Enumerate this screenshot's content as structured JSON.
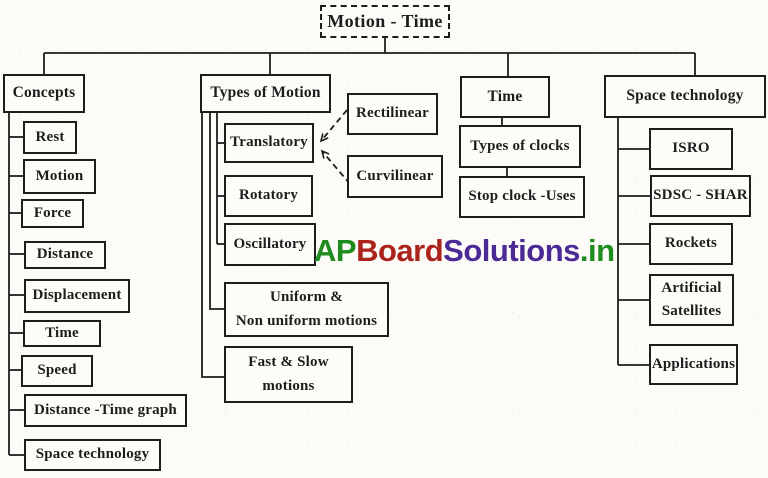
{
  "colors": {
    "paper": "#fcfbf7",
    "ink": "#1d1d1d",
    "watermark_green": "#1e8c1e",
    "watermark_red": "#ab231b",
    "watermark_purple": "#4b2a96"
  },
  "diagram": {
    "title": "Motion - Time",
    "branches": [
      {
        "label": "Concepts",
        "children": [
          {
            "label": "Rest"
          },
          {
            "label": "Motion"
          },
          {
            "label": "Force"
          },
          {
            "label": "Distance"
          },
          {
            "label": "Displacement"
          },
          {
            "label": "Time"
          },
          {
            "label": "Speed"
          },
          {
            "label": "Distance -Time graph"
          },
          {
            "label": "Space technology"
          }
        ]
      },
      {
        "label": "Types of Motion",
        "children": [
          {
            "label": "Translatory",
            "children": [
              {
                "label": "Rectilinear"
              },
              {
                "label": "Curvilinear"
              }
            ]
          },
          {
            "label": "Rotatory"
          },
          {
            "label": "Oscillatory"
          },
          {
            "label": "Uniform &\nNon uniform motions"
          },
          {
            "label": "Fast & Slow\nmotions"
          }
        ]
      },
      {
        "label": "Time",
        "children": [
          {
            "label": "Types of clocks"
          },
          {
            "label": "Stop clock -Uses"
          }
        ]
      },
      {
        "label": "Space technology",
        "children": [
          {
            "label": "ISRO"
          },
          {
            "label": "SDSC - SHAR"
          },
          {
            "label": "Rockets"
          },
          {
            "label": "Artificial\nSatellites"
          },
          {
            "label": "Applications"
          }
        ]
      }
    ]
  },
  "watermark": {
    "parts": [
      {
        "text": "AP",
        "color": "#1e8c1e"
      },
      {
        "text": "Board",
        "color": "#ab231b"
      },
      {
        "text": "Solutions",
        "color": "#4b2a96"
      },
      {
        "text": ".in",
        "color": "#1e8c1e"
      }
    ]
  }
}
